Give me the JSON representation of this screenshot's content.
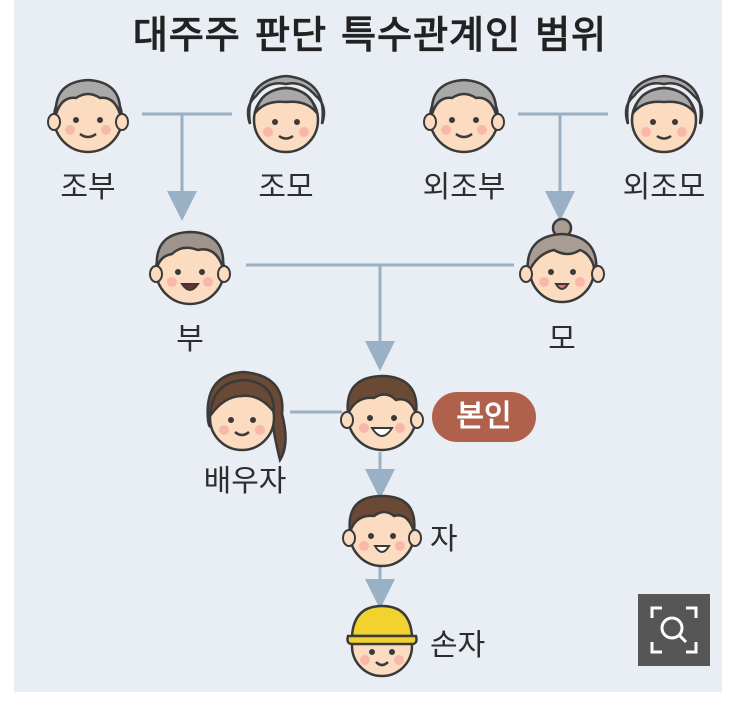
{
  "title": "대주주 판단 특수관계인 범위",
  "labels": {
    "grandfather": "조부",
    "grandmother": "조모",
    "maternal_grandfather": "외조부",
    "maternal_grandmother": "외조모",
    "father": "부",
    "mother": "모",
    "spouse": "배우자",
    "self": "본인",
    "child": "자",
    "grandchild": "손자"
  },
  "colors": {
    "background": "#e8eef4",
    "line": "#9ab0c4",
    "self_badge": "#b0614c",
    "skin": "#fcdcc0",
    "grey_hair": "#a9a9a9",
    "brown_hair": "#6b4a35",
    "cap": "#f2d22e"
  },
  "icons": {
    "zoom": "zoom-icon"
  }
}
